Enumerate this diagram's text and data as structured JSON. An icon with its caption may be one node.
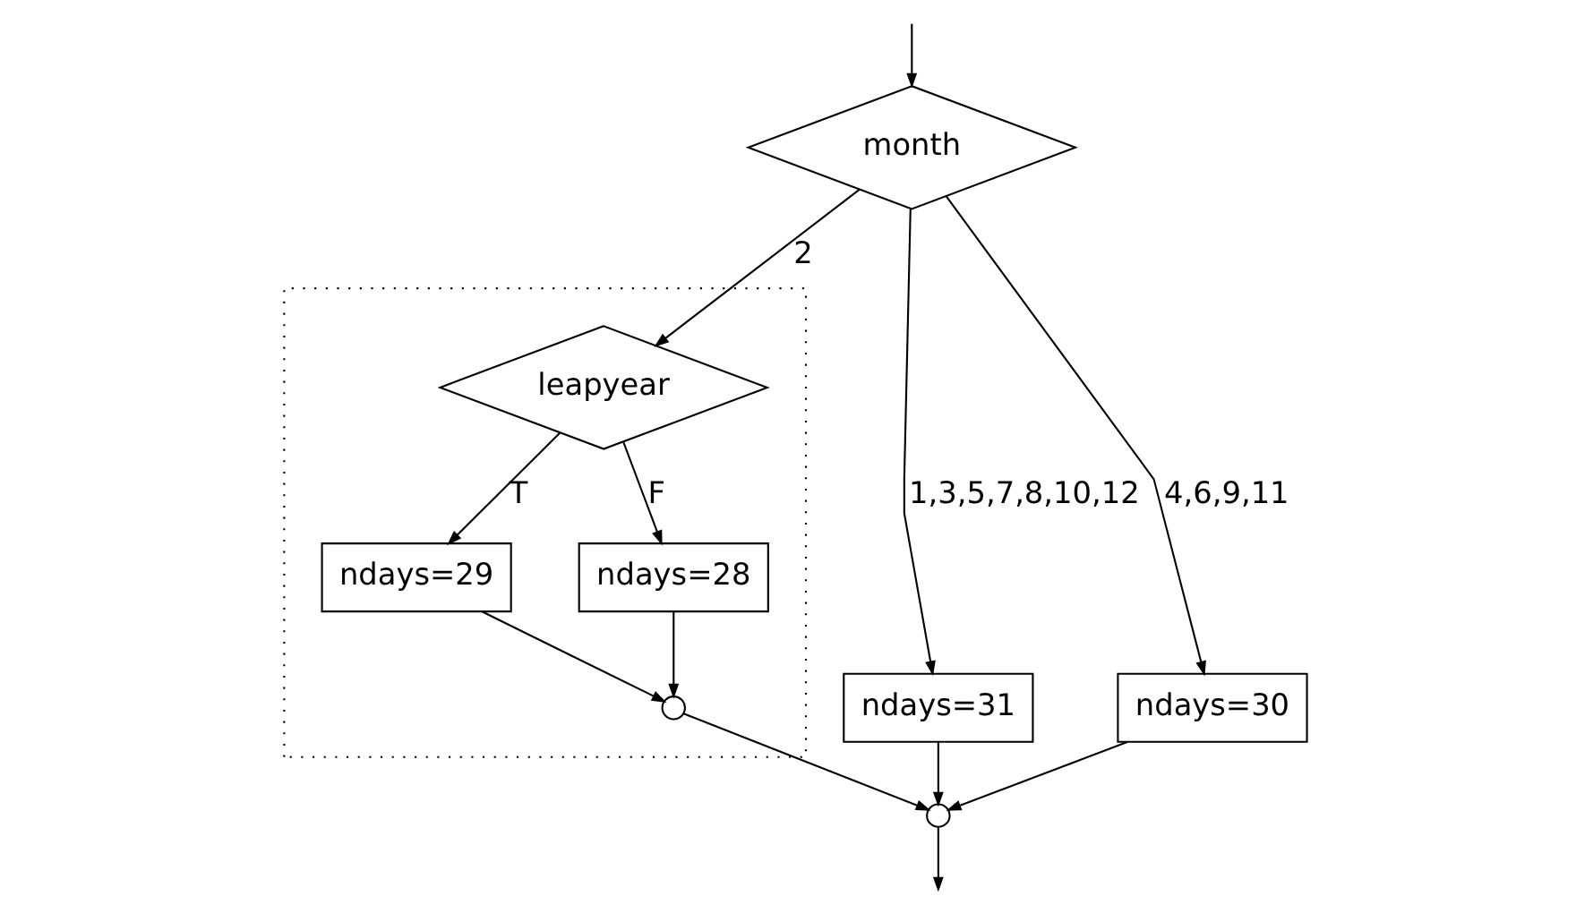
{
  "diagram": {
    "nodes": [
      {
        "text": [
          "month"
        ]
      },
      {
        "text": [
          "ndays=31"
        ]
      },
      {
        "text": [],
        "shape": "box"
      },
      {
        "text": [
          "leapyear"
        ],
        "in": 2
      },
      {
        "text": [
          "ndays=30"
        ]
      },
      {
        "text": [
          "ndays=29"
        ],
        "in": 2
      },
      {
        "text": [
          "ndays=28"
        ],
        "in": 2
      },
      {
        "text": [],
        "shape": "circle",
        "in": 2
      },
      {
        "text": [],
        "shape": "circle"
      }
    ],
    "edges": [
      {
        "from": null,
        "to": 0,
        "arrow": "to"
      },
      {
        "from": 0,
        "to": 1,
        "arrow": "to",
        "label": "1,3,5,7,8,10,12"
      },
      {
        "from": 0,
        "to": 3,
        "arrow": "to",
        "label": "2"
      },
      {
        "from": 0,
        "to": 4,
        "arrow": "to",
        "label": "4,6,9,11"
      },
      {
        "from": 3,
        "to": 5,
        "arrow": "to",
        "label": "T"
      },
      {
        "from": 3,
        "to": 6,
        "arrow": "to",
        "label": "F"
      },
      {
        "from": 5,
        "to": 7,
        "arrow": "to"
      },
      {
        "from": 6,
        "to": 7,
        "arrow": "to"
      },
      {
        "from": 1,
        "to": 8,
        "arrow": "to"
      },
      {
        "from": 7,
        "to": 8,
        "arrow": "to"
      },
      {
        "from": 4,
        "to": 8,
        "arrow": "to"
      },
      {
        "from": 8,
        "to": null,
        "arrow": "to"
      }
    ]
  }
}
